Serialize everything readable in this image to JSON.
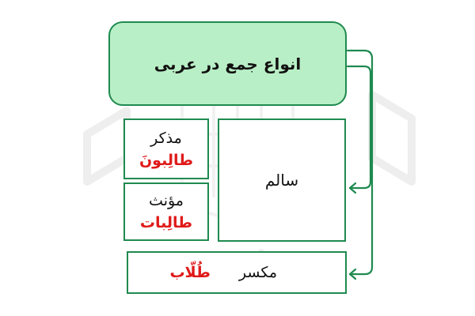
{
  "diagram": {
    "title": "انواع جمع در عربی",
    "sound": {
      "label": "سالم"
    },
    "masculine": {
      "label": "مذکر",
      "example": "طالِبونَ"
    },
    "feminine": {
      "label": "مؤنث",
      "example": "طالِبات"
    },
    "broken": {
      "label": "مکسر",
      "example": "طُلّاب"
    }
  },
  "colors": {
    "box_border": "#1f8a4f",
    "title_fill": "#b9efc6",
    "example_text": "#e01919",
    "arrow": "#1f8a4f"
  }
}
